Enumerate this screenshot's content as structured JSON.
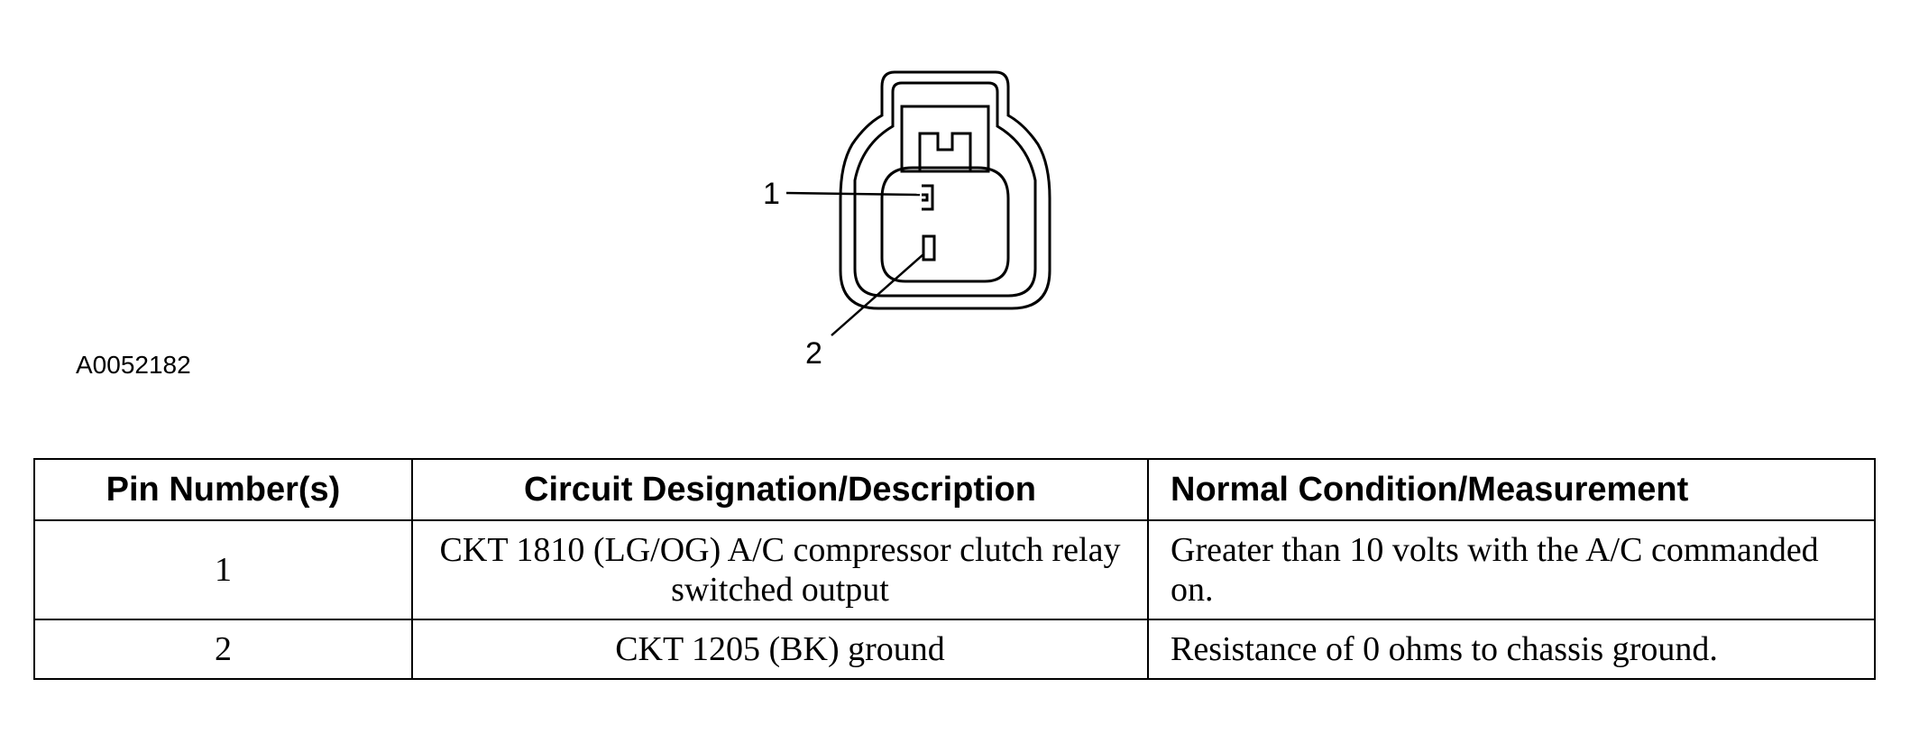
{
  "figure": {
    "pin_labels": [
      "1",
      "2"
    ],
    "figure_id": "A0052182"
  },
  "table": {
    "headers": [
      "Pin Number(s)",
      "Circuit Designation/Description",
      "Normal Condition/Measurement"
    ],
    "rows": [
      {
        "pin": "1",
        "circuit": "CKT 1810 (LG/OG) A/C compressor clutch relay switched output",
        "condition": "Greater than 10 volts with the A/C commanded on."
      },
      {
        "pin": "2",
        "circuit": "CKT 1205 (BK) ground",
        "condition": "Resistance of 0 ohms to chassis ground."
      }
    ]
  }
}
